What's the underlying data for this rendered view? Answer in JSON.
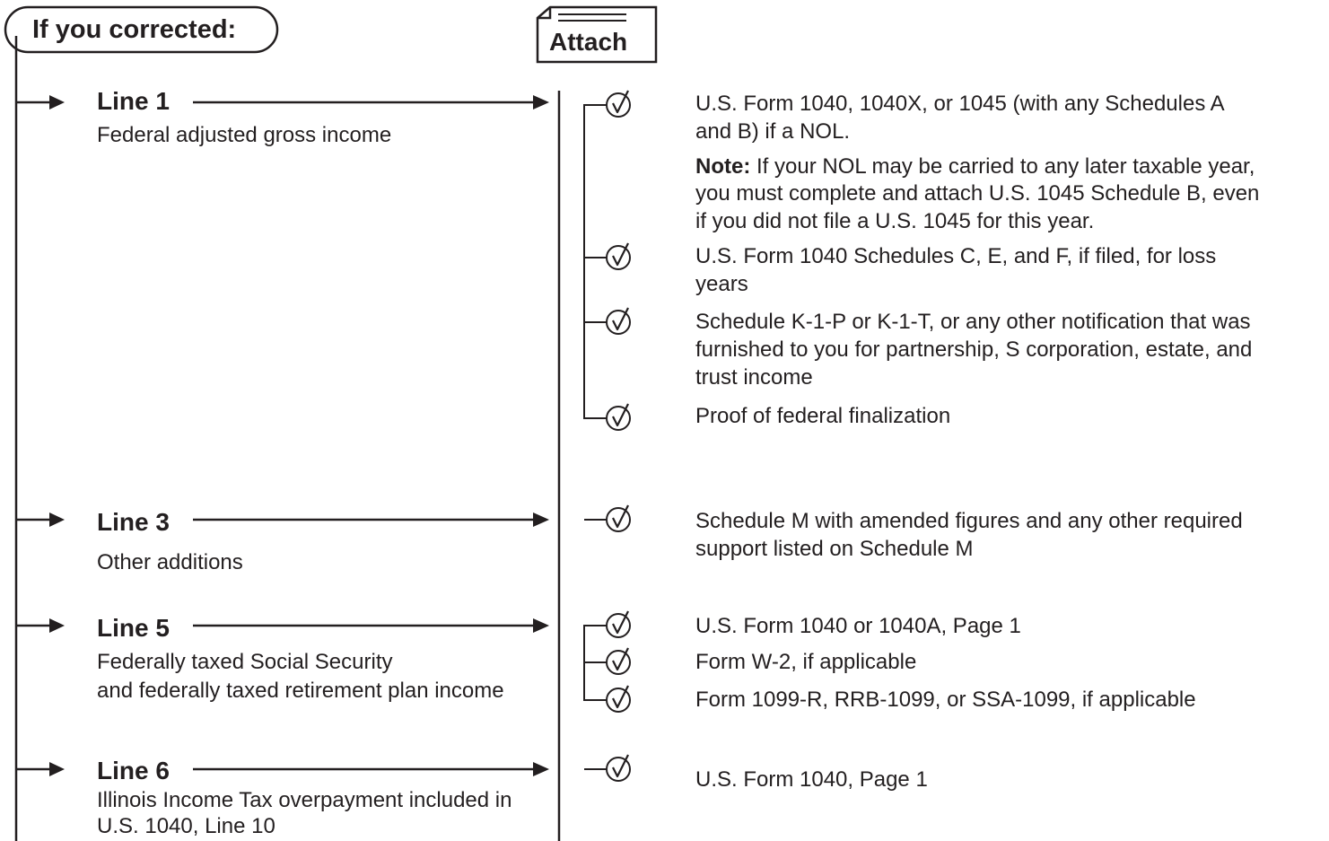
{
  "header": {
    "pill_label": "If you corrected:",
    "attach_label": "Attach"
  },
  "line1": {
    "title": "Line 1",
    "description": "Federal adjusted gross income",
    "attachments": {
      "item1_line1": "U.S. Form 1040, 1040X, or 1045 (with any Schedules A",
      "item1_line2": "and B) if a NOL.",
      "note_label": "Note:",
      "note_line1": " If your NOL may be carried to any later taxable year,",
      "note_line2": "you must complete and attach U.S. 1045 Schedule B, even",
      "note_line3": "if you did not file a U.S. 1045 for this year.",
      "item2_line1": "U.S. Form 1040 Schedules C, E, and F, if filed, for loss",
      "item2_line2": "years",
      "item3_line1": "Schedule K-1-P or K-1-T, or any other notification that was",
      "item3_line2": "furnished to you for partnership, S corporation, estate, and",
      "item3_line3": "trust income",
      "item4_line1": "Proof of federal finalization"
    }
  },
  "line3": {
    "title": "Line 3",
    "description": "Other additions",
    "attachments": {
      "item1_line1": "Schedule M with amended figures and any other required",
      "item1_line2": "support listed on Schedule M"
    }
  },
  "line5": {
    "title": "Line 5",
    "description_line1": "Federally taxed Social Security",
    "description_line2": "and federally taxed retirement plan income",
    "attachments": {
      "item1": "U.S. Form 1040 or 1040A, Page 1",
      "item2": "Form W-2, if applicable",
      "item3": "Form 1099-R, RRB-1099, or SSA-1099, if applicable"
    }
  },
  "line6": {
    "title": "Line 6",
    "description_line1": "Illinois Income Tax overpayment included in",
    "description_line2": "U.S. 1040, Line 10",
    "attachments": {
      "item1": "U.S. Form 1040, Page 1"
    }
  }
}
